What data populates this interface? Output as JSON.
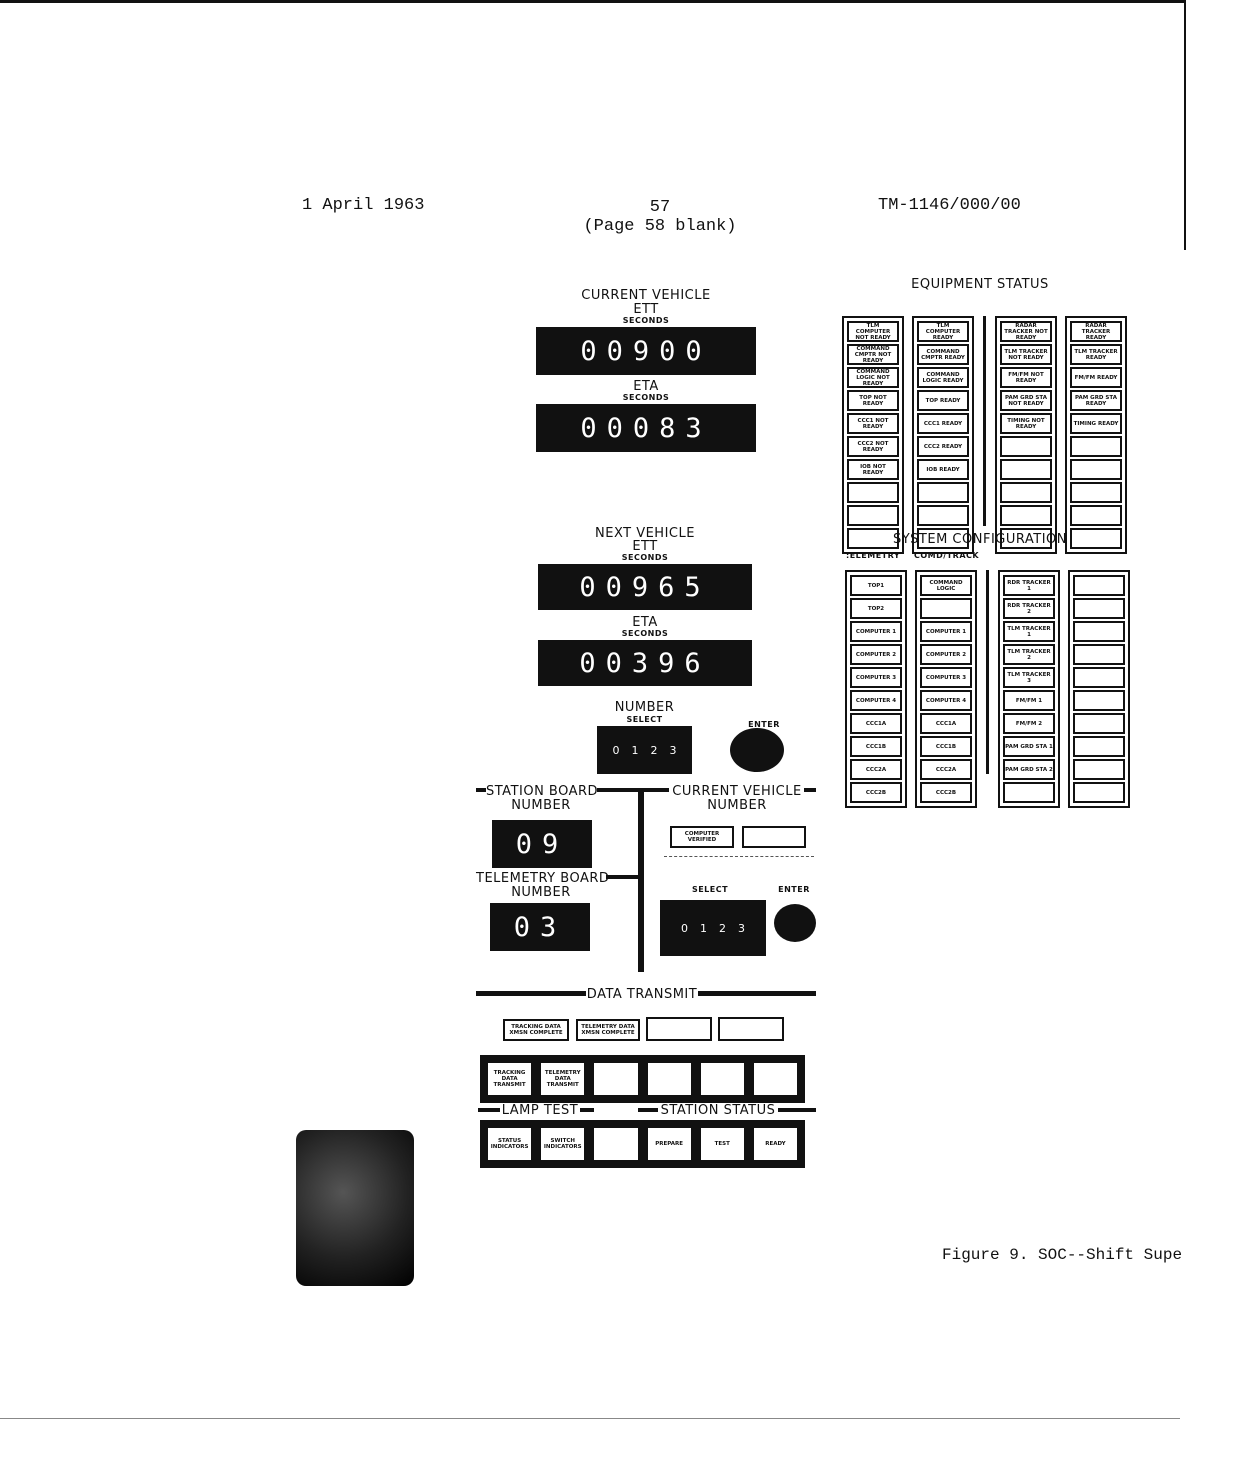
{
  "header": {
    "date": "1 April 1963",
    "page": "57",
    "page_note": "(Page 58 blank)",
    "doc_id": "TM-1146/000/00"
  },
  "current_vehicle": {
    "title": "CURRENT VEHICLE",
    "ett_label": "ETT",
    "ett_units": "SECONDS",
    "ett_value": "00900",
    "eta_label": "ETA",
    "eta_units": "SECONDS",
    "eta_value": "00083"
  },
  "next_vehicle": {
    "title": "NEXT VEHICLE",
    "ett_label": "ETT",
    "ett_units": "SECONDS",
    "ett_value": "00965",
    "eta_label": "ETA",
    "eta_units": "SECONDS",
    "eta_value": "00396"
  },
  "number_select": {
    "title": "NUMBER",
    "sub": "SELECT",
    "enter": "ENTER",
    "digits": [
      "0",
      "1",
      "2",
      "3"
    ]
  },
  "equipment_status": {
    "title": "EQUIPMENT STATUS",
    "columns": [
      [
        "TLM COMPUTER NOT READY",
        "COMMAND CMPTR NOT READY",
        "COMMAND LOGIC NOT READY",
        "TOP NOT READY",
        "CCC1 NOT READY",
        "CCC2 NOT READY",
        "IOB NOT READY",
        "",
        "",
        ""
      ],
      [
        "TLM COMPUTER READY",
        "COMMAND CMPTR READY",
        "COMMAND LOGIC READY",
        "TOP READY",
        "CCC1 READY",
        "CCC2 READY",
        "IOB READY",
        "",
        "",
        ""
      ],
      [
        "RADAR TRACKER NOT READY",
        "TLM TRACKER NOT READY",
        "FM/FM NOT READY",
        "PAM GRD STA NOT READY",
        "TIMING NOT READY",
        "",
        "",
        "",
        "",
        ""
      ],
      [
        "RADAR TRACKER READY",
        "TLM TRACKER READY",
        "FM/FM READY",
        "PAM GRD STA READY",
        "TIMING READY",
        "",
        "",
        "",
        "",
        ""
      ]
    ]
  },
  "system_configuration": {
    "title": "SYSTEM CONFIGURATION",
    "col_label_1": ":ELEMETRY",
    "col_label_2": "COMD/TRACK",
    "columns": [
      [
        "TOP1",
        "TOP2",
        "COMPUTER 1",
        "COMPUTER 2",
        "COMPUTER 3",
        "COMPUTER 4",
        "CCC1A",
        "CCC1B",
        "CCC2A",
        "CCC2B"
      ],
      [
        "COMMAND LOGIC",
        "",
        "COMPUTER 1",
        "COMPUTER 2",
        "COMPUTER 3",
        "COMPUTER 4",
        "CCC1A",
        "CCC1B",
        "CCC2A",
        "CCC2B"
      ],
      [
        "RDR TRACKER 1",
        "RDR TRACKER 2",
        "TLM TRACKER 1",
        "TLM TRACKER 2",
        "TLM TRACKER 3",
        "FM/FM 1",
        "FM/FM 2",
        "PAM GRD STA 1",
        "PAM GRD STA 2",
        ""
      ],
      [
        "",
        "",
        "",
        "",
        "",
        "",
        "",
        "",
        "",
        ""
      ]
    ]
  },
  "station_board": {
    "title": "STATION BOARD",
    "sub": "NUMBER",
    "value": "09"
  },
  "telemetry_board": {
    "title": "TELEMETRY BOARD",
    "sub": "NUMBER",
    "value": "03"
  },
  "current_vehicle_number": {
    "title": "CURRENT VEHICLE",
    "sub": "NUMBER",
    "computer_verified": "COMPUTER VERIFIED",
    "select": "SELECT",
    "enter": "ENTER",
    "digits": [
      "0",
      "1",
      "2",
      "3"
    ]
  },
  "data_transmit": {
    "title": "DATA TRANSMIT",
    "indicators": [
      "TRACKING DATA XMSN COMPLETE",
      "TELEMETRY DATA XMSN COMPLETE",
      "",
      ""
    ],
    "buttons": [
      "TRACKING DATA TRANSMIT",
      "TELEMETRY DATA TRANSMIT",
      "",
      "",
      "",
      ""
    ]
  },
  "lamp_test": {
    "title": "LAMP TEST",
    "buttons": [
      "STATUS INDICATORS",
      "SWITCH INDICATORS",
      ""
    ]
  },
  "station_status": {
    "title": "STATION STATUS",
    "buttons": [
      "PREPARE",
      "TEST",
      "READY"
    ]
  },
  "caption": "Figure 9.  SOC--Shift Supe"
}
